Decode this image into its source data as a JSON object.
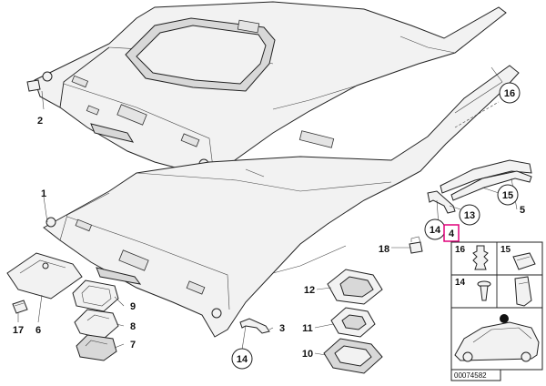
{
  "callouts": [
    {
      "id": "c2",
      "text": "2"
    },
    {
      "id": "c1",
      "text": "1"
    },
    {
      "id": "c16",
      "text": "16"
    },
    {
      "id": "c15",
      "text": "15"
    },
    {
      "id": "c13",
      "text": "13"
    },
    {
      "id": "c14a",
      "text": "14"
    },
    {
      "id": "c4",
      "text": "4"
    },
    {
      "id": "c5",
      "text": "5"
    },
    {
      "id": "c18",
      "text": "18"
    },
    {
      "id": "c12",
      "text": "12"
    },
    {
      "id": "c3",
      "text": "3"
    },
    {
      "id": "c14b",
      "text": "14"
    },
    {
      "id": "c11",
      "text": "11"
    },
    {
      "id": "c10",
      "text": "10"
    },
    {
      "id": "c9",
      "text": "9"
    },
    {
      "id": "c8",
      "text": "8"
    },
    {
      "id": "c7",
      "text": "7"
    },
    {
      "id": "c6",
      "text": "6"
    },
    {
      "id": "c17",
      "text": "17"
    }
  ],
  "detail_box": {
    "cells": [
      "16",
      "15",
      "14"
    ]
  },
  "diagram_number": "00074582",
  "highlight_color": "#e0007a"
}
